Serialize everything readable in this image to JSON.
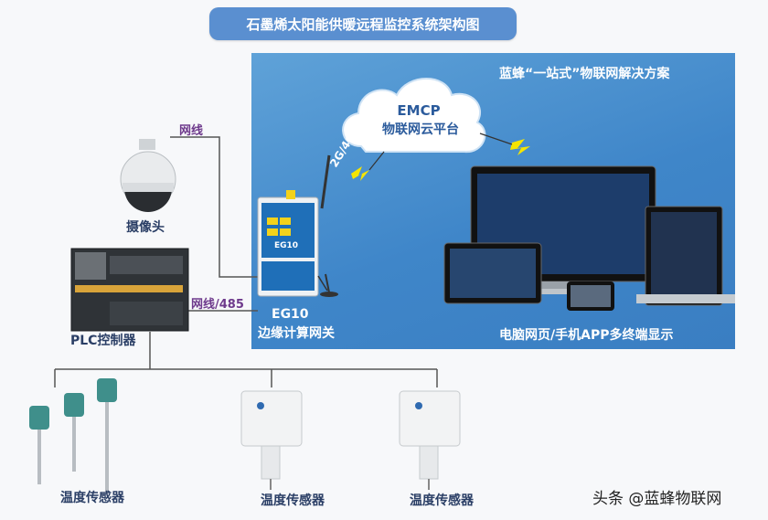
{
  "title": "石墨烯太阳能供暖远程监控系统架构图",
  "panel": {
    "title": "蓝蜂“一站式”物联网解决方案",
    "cloud_line1": "EMCP",
    "cloud_line2": "物联网云平台",
    "signal_label": "2G/4G",
    "display_label": "电脑网页/手机APP多终端显示"
  },
  "gateway": {
    "model": "EG10",
    "name": "边缘计算网关",
    "device_text": "EG10"
  },
  "camera": {
    "label": "摄像头",
    "link": "网线"
  },
  "plc": {
    "label": "PLC控制器",
    "link": "网线/485"
  },
  "sensors": [
    {
      "label": "温度传感器"
    },
    {
      "label": "温度传感器"
    },
    {
      "label": "温度传感器"
    }
  ],
  "watermark": "头条 @蓝蜂物联网",
  "colors": {
    "title_bg": "#5a8fd0",
    "panel_bg": "#4289cb",
    "label_dark": "#2b3f66",
    "label_purple": "#6e3a8c"
  }
}
